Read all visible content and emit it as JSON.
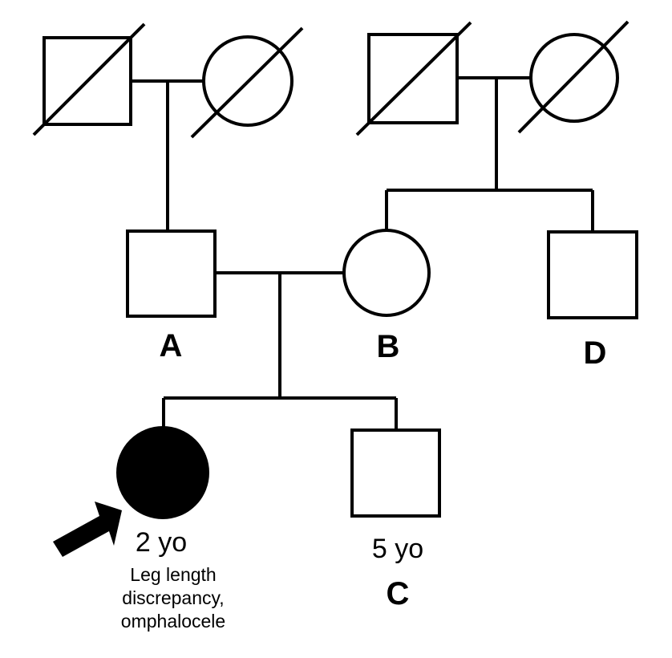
{
  "pedigree": {
    "individuals": {
      "gp_paternal_male": {
        "sex": "male",
        "deceased": true,
        "affected": false
      },
      "gp_paternal_female": {
        "sex": "female",
        "deceased": true,
        "affected": false
      },
      "gp_maternal_male": {
        "sex": "male",
        "deceased": true,
        "affected": false
      },
      "gp_maternal_female": {
        "sex": "female",
        "deceased": true,
        "affected": false
      },
      "father": {
        "sex": "male",
        "label": "A",
        "affected": false
      },
      "mother": {
        "sex": "female",
        "label": "B",
        "affected": false
      },
      "maternal_uncle": {
        "sex": "male",
        "label": "D",
        "affected": false
      },
      "proband": {
        "sex": "female",
        "affected": true,
        "proband": true,
        "age": "2 yo",
        "note_lines": [
          "Leg length",
          "discrepancy,",
          "omphalocele"
        ]
      },
      "sibling": {
        "sex": "male",
        "affected": false,
        "age": "5 yo",
        "label": "C"
      }
    }
  },
  "colors": {
    "line": "#000000",
    "affected_fill": "#000000",
    "unaffected_fill": "#ffffff"
  },
  "icons": {
    "proband_marker": "arrow-icon",
    "deceased_marker": "diagonal-slash"
  }
}
